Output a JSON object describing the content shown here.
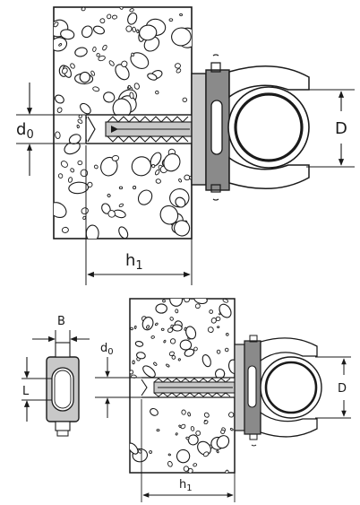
{
  "top_view": {
    "dim_d0": {
      "main": "d",
      "sub": "0"
    },
    "dim_D": "D",
    "dim_h1": {
      "main": "h",
      "sub": "1"
    }
  },
  "bottom_view": {
    "dim_B": "B",
    "dim_L": "L",
    "dim_d0": {
      "main": "d",
      "sub": "0"
    },
    "dim_D": "D",
    "dim_h1": {
      "main": "h",
      "sub": "1"
    }
  },
  "colors": {
    "ink": "#1a1a1a",
    "plastic": "#8a8a8a",
    "light_plastic": "#c8c8c8"
  }
}
